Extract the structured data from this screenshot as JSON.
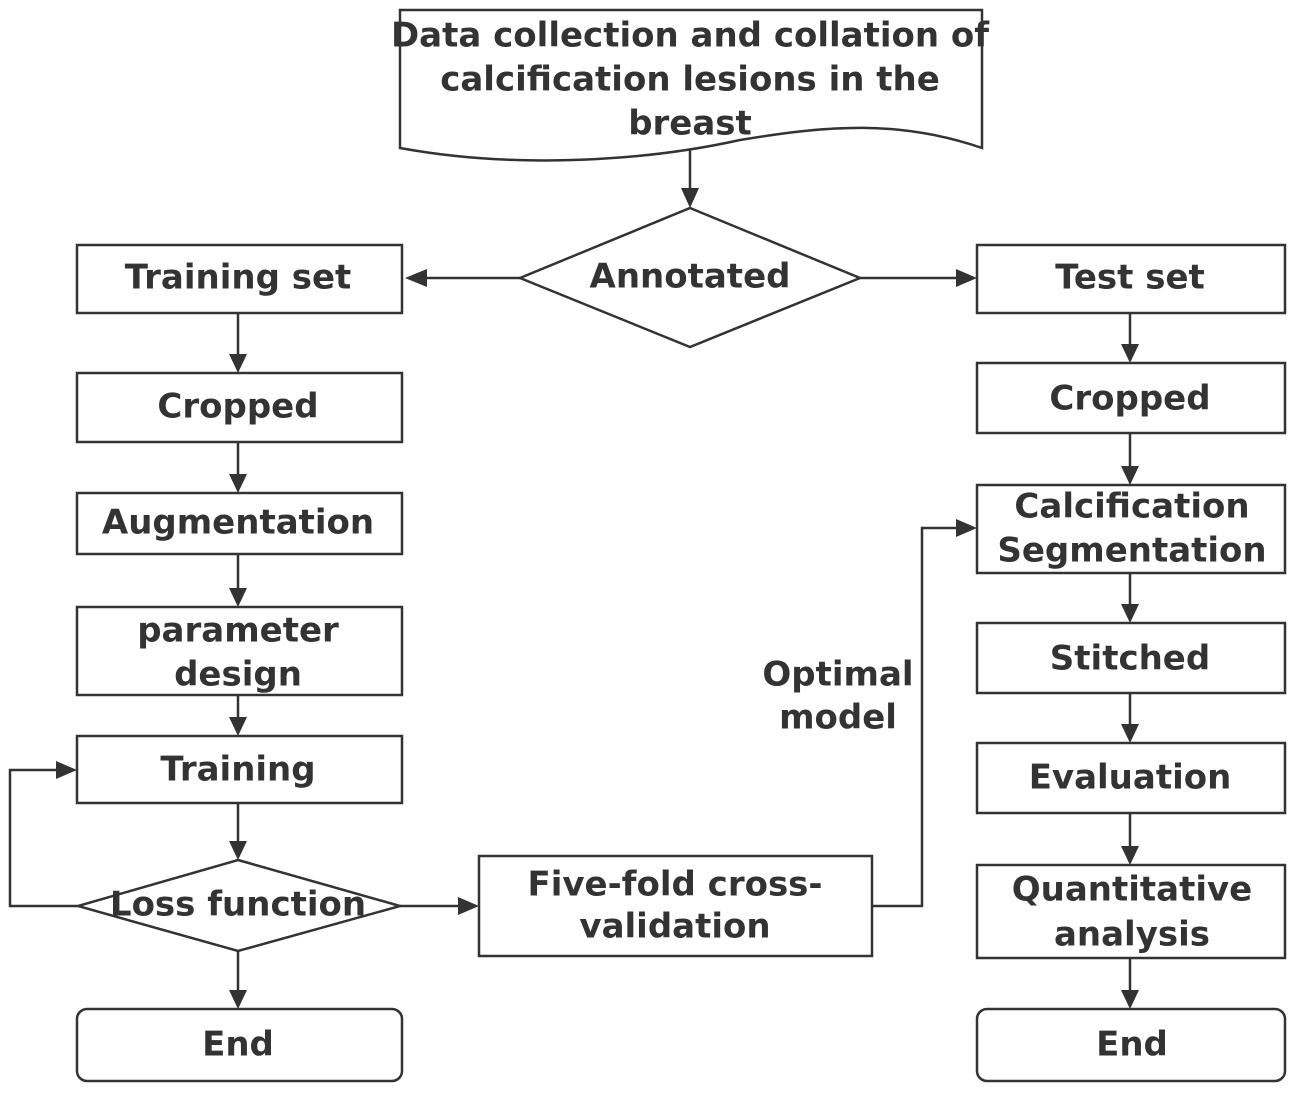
{
  "nodes": {
    "data_collection": [
      "Data collection and collation of",
      "calcification lesions in the",
      "breast"
    ],
    "annotated": "Annotated",
    "training_set": "Training set",
    "test_set": "Test set",
    "cropped_left": "Cropped",
    "cropped_right": "Cropped",
    "augmentation": "Augmentation",
    "parameter_design": [
      "parameter",
      "design"
    ],
    "training": "Training",
    "loss_function": "Loss function",
    "five_fold": [
      "Five-fold cross-",
      "validation"
    ],
    "calcification_segmentation": [
      "Calcification",
      "Segmentation"
    ],
    "stitched": "Stitched",
    "evaluation": "Evaluation",
    "quantitative_analysis": [
      "Quantitative",
      "analysis"
    ],
    "end_left": "End",
    "end_right": "End"
  },
  "edge_labels": {
    "optimal_model": [
      "Optimal",
      "model"
    ]
  }
}
